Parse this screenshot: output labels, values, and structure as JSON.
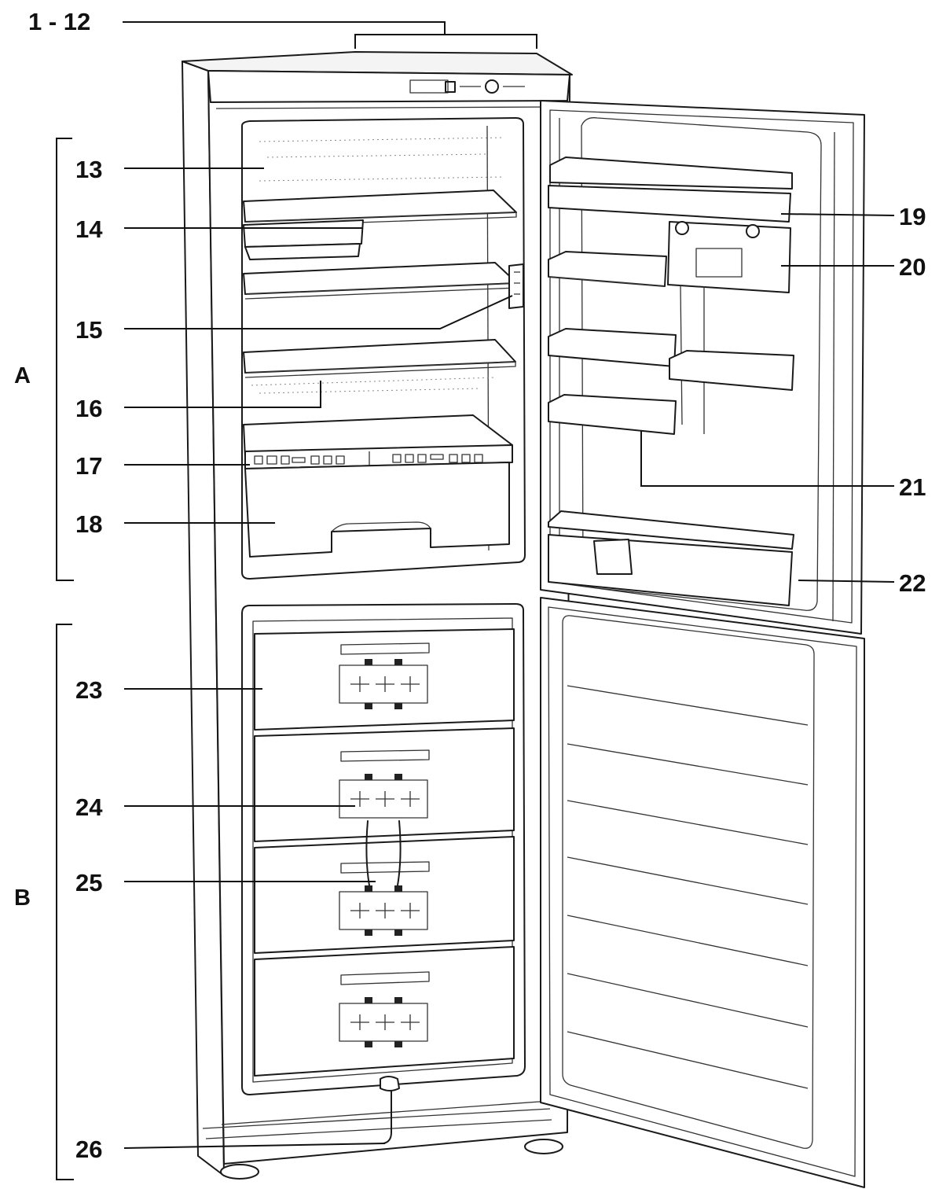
{
  "labels": {
    "l1_12": "1 - 12",
    "l13": "13",
    "l14": "14",
    "l15": "15",
    "l16": "16",
    "l17": "17",
    "l18": "18",
    "l19": "19",
    "l20": "20",
    "l21": "21",
    "l22": "22",
    "l23": "23",
    "l24": "24",
    "l25": "25",
    "l26": "26"
  },
  "sections": {
    "a": "A",
    "b": "B"
  }
}
